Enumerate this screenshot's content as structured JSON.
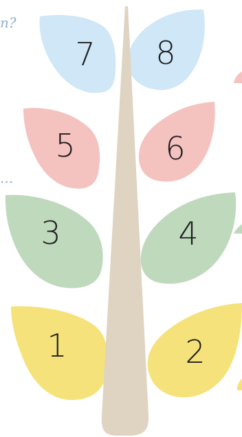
{
  "colors": {
    "trunk": "#dfd3c1",
    "blue_leaf": "#cfe7f6",
    "pink_leaf": "#f4c2bf",
    "green_leaf": "#bfd9bd",
    "yellow_leaf": "#f6e27a",
    "number_text": "#1f1f1f",
    "edge_text": "#8aaed0"
  },
  "edge_text": {
    "top_left": "n?",
    "middle_left": "..."
  },
  "leaves": [
    {
      "number": "7",
      "color": "blue"
    },
    {
      "number": "8",
      "color": "blue"
    },
    {
      "number": "5",
      "color": "pink"
    },
    {
      "number": "6",
      "color": "pink"
    },
    {
      "number": "3",
      "color": "green"
    },
    {
      "number": "4",
      "color": "green"
    },
    {
      "number": "1",
      "color": "yellow"
    },
    {
      "number": "2",
      "color": "yellow"
    }
  ]
}
